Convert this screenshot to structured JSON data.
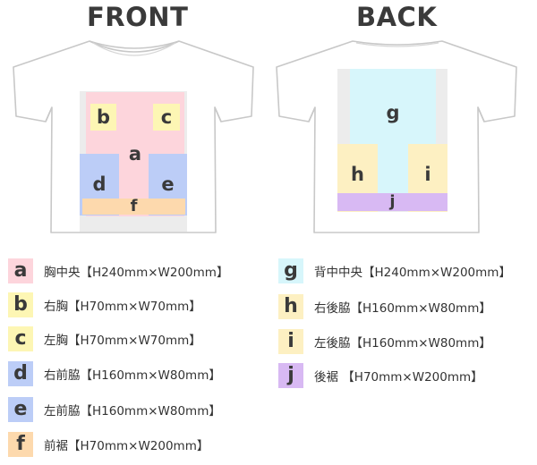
{
  "front": {
    "title": "FRONT",
    "areas": [
      {
        "key": "a",
        "color": "#fdd5dc"
      },
      {
        "key": "b",
        "color": "#fdf6b4"
      },
      {
        "key": "c",
        "color": "#fdf6b4"
      },
      {
        "key": "d",
        "color": "#bccdf7"
      },
      {
        "key": "e",
        "color": "#bccdf7"
      },
      {
        "key": "f",
        "color": "#fdd9ad"
      }
    ]
  },
  "back": {
    "title": "BACK",
    "areas": [
      {
        "key": "g",
        "color": "#d7f6fb"
      },
      {
        "key": "h",
        "color": "#fdf0c2"
      },
      {
        "key": "i",
        "color": "#fdf0c2"
      },
      {
        "key": "j",
        "color": "#d8b9f3"
      }
    ]
  },
  "legend": [
    {
      "key": "a",
      "label": "胸中央【H240mm×W200mm】",
      "color": "#fdd5dc"
    },
    {
      "key": "b",
      "label": "右胸【H70mm×W70mm】",
      "color": "#fdf6b4"
    },
    {
      "key": "c",
      "label": "左胸【H70mm×W70mm】",
      "color": "#fdf6b4"
    },
    {
      "key": "d",
      "label": "右前脇【H160mm×W80mm】",
      "color": "#bccdf7"
    },
    {
      "key": "e",
      "label": "左前脇【H160mm×W80mm】",
      "color": "#bccdf7"
    },
    {
      "key": "f",
      "label": "前裾【H70mm×W200mm】",
      "color": "#fdd9ad"
    },
    {
      "key": "g",
      "label": "背中中央【H240mm×W200mm】",
      "color": "#d7f6fb"
    },
    {
      "key": "h",
      "label": "右後脇【H160mm×W80mm】",
      "color": "#fdf0c2"
    },
    {
      "key": "i",
      "label": "左後脇【H160mm×W80mm】",
      "color": "#fdf0c2"
    },
    {
      "key": "j",
      "label": "後裾 【H70mm×W200mm】",
      "color": "#d8b9f3"
    }
  ]
}
